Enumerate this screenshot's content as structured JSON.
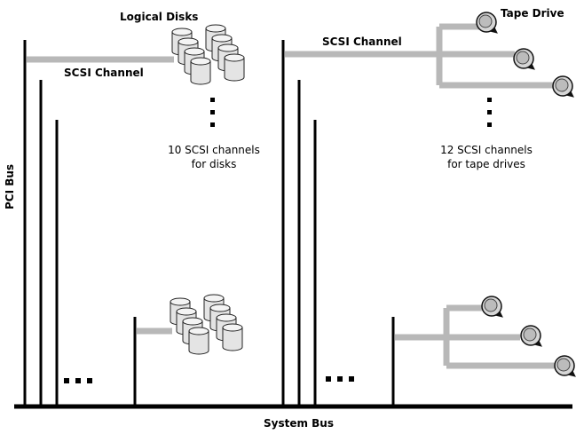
{
  "labels": {
    "logical_disks": "Logical Disks",
    "tape_drive": "Tape Drive",
    "scsi_channel_left": "SCSI Channel",
    "scsi_channel_right": "SCSI Channel",
    "disk_channels_line1": "10 SCSI channels",
    "disk_channels_line2": "for disks",
    "tape_channels_line1": "12 SCSI channels",
    "tape_channels_line2": "for tape drives",
    "pci_bus": "PCI Bus",
    "system_bus": "System Bus"
  },
  "colors": {
    "bus_line": "#000000",
    "channel_line": "#b8b8b8",
    "disk_fill": "#e4e4e4",
    "tape_fill": "#d6d6d6"
  },
  "icons": {
    "disk": "disk-cylinder-icon",
    "tape": "tape-reel-icon",
    "dots": "ellipsis-icon"
  }
}
